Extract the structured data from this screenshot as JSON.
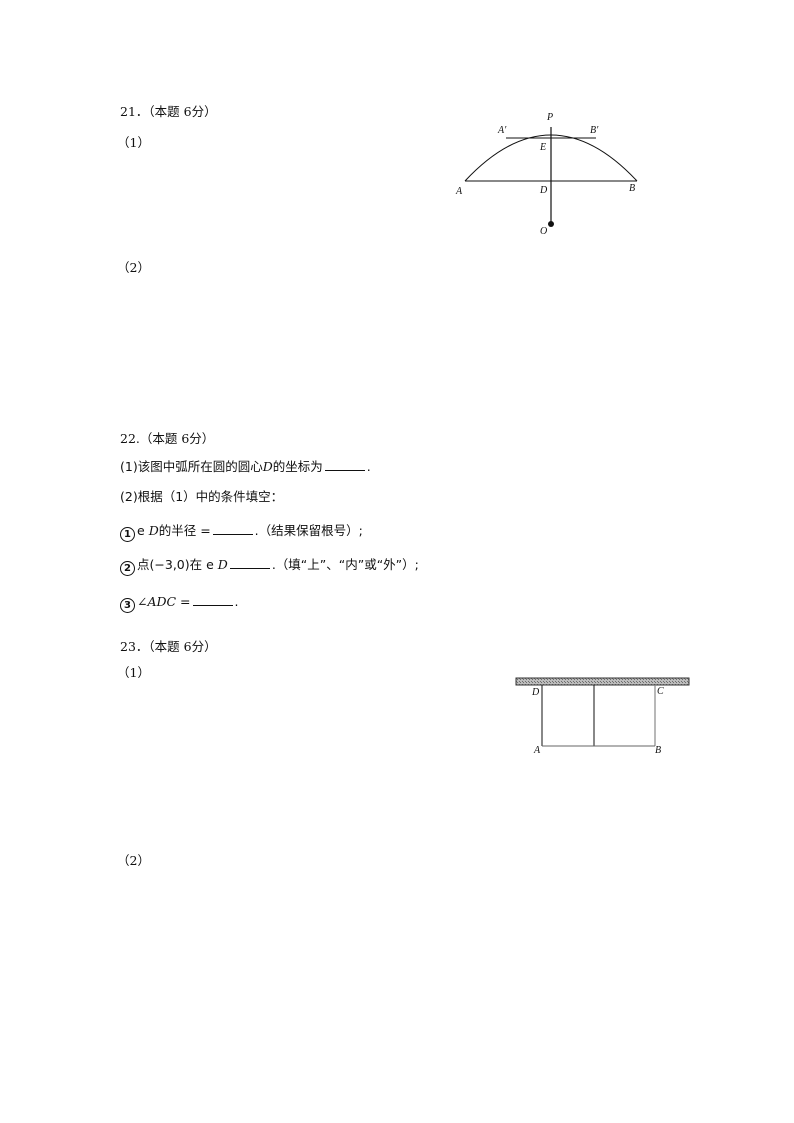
{
  "q21": {
    "heading": "21．（本题 6分）",
    "part1": "（1）",
    "part2": "（2）",
    "figure": {
      "labels": {
        "P": "P",
        "A_prime": "A′",
        "B_prime": "B′",
        "E": "E",
        "A": "A",
        "D": "D",
        "B": "B",
        "O": "O"
      }
    }
  },
  "q22": {
    "heading": "22.（本题 6分）",
    "line1_prefix": "(1)该图中弧所在圆的圆心",
    "line1_var": "D",
    "line1_suffix": "的坐标为",
    "line1_end": ".",
    "line2": "(2)根据（1）中的条件填空：",
    "item1": {
      "num": "1",
      "prefix": "e",
      "var": "D",
      "text": "的半径 =",
      "suffix": ".（结果保留根号）;"
    },
    "item2": {
      "num": "2",
      "prefix": "点",
      "point": "(−3,0)",
      "mid": "在 e",
      "var": "D",
      "suffix": ".（填“上”、“内”或“外”）;"
    },
    "item3": {
      "num": "3",
      "angle": "∠ADC =",
      "suffix": "."
    }
  },
  "q23": {
    "heading": "23．（本题 6分）",
    "part1": "（1）",
    "part2": "（2）",
    "figure": {
      "labels": {
        "D": "D",
        "C": "C",
        "A": "A",
        "B": "B"
      }
    }
  }
}
